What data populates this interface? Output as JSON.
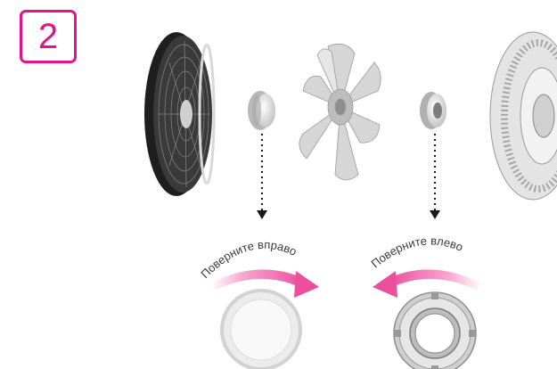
{
  "step": {
    "number": "2"
  },
  "instructions": {
    "left_rotation_label": "Поверните вправо",
    "right_rotation_label": "Поверните влево"
  },
  "colors": {
    "accent": "#e0148c",
    "arrow": "#f06ab0",
    "grille": "#2b2b2b",
    "part_gray": "#cfcfcf"
  },
  "icons": {
    "front_grille": "fan-front-grille-icon",
    "spinner_cap": "spinner-cap-icon",
    "blade": "fan-blade-icon",
    "blade_nut": "blade-nut-icon",
    "rear_grille": "fan-rear-grille-icon",
    "arrow_clockwise": "rotate-clockwise-arrow-icon",
    "arrow_counterclockwise": "rotate-counterclockwise-arrow-icon"
  }
}
